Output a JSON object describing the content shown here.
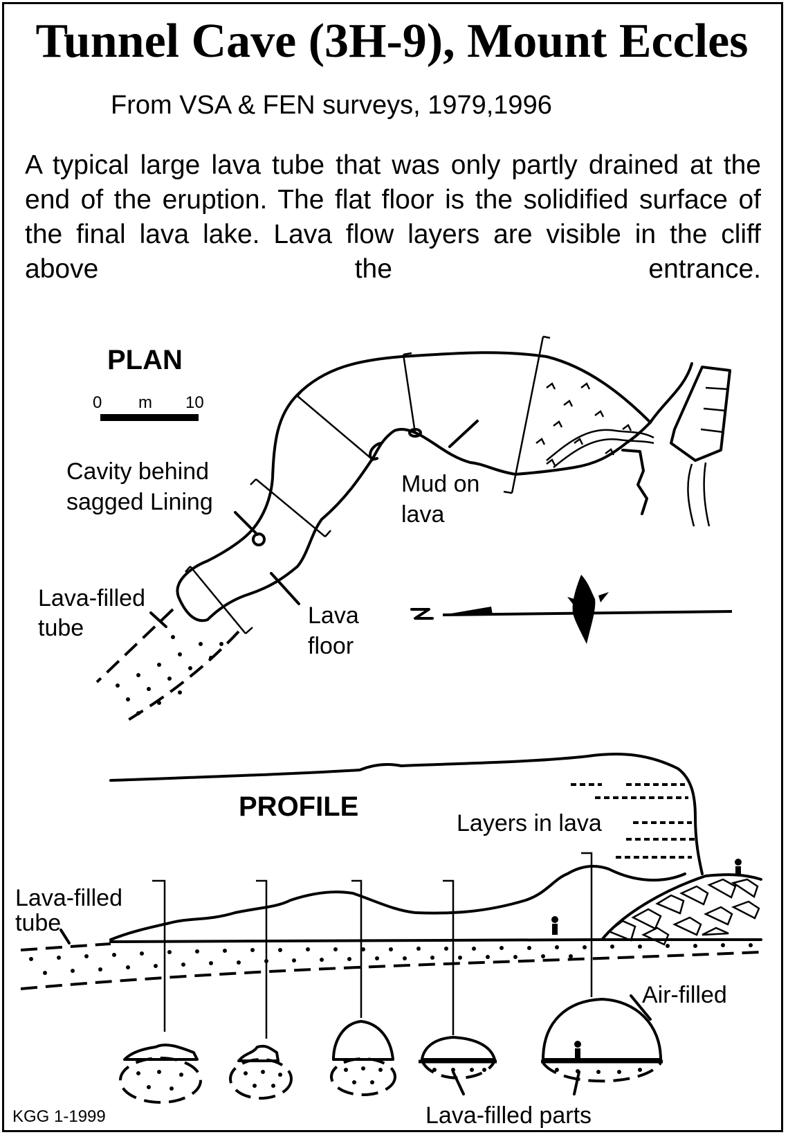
{
  "title": "Tunnel Cave (3H-9), Mount Eccles",
  "subtitle": "From VSA & FEN surveys, 1979,1996",
  "description": "A typical large lava tube that was only partly drained at the end of the eruption.  The flat floor is the solidified surface of the final lava lake.  Lava flow layers are visible in the cliff above the entrance.",
  "plan": {
    "heading": "PLAN",
    "scale": {
      "start": "0",
      "unit": "m",
      "end": "10"
    },
    "labels": {
      "cavity_line1": "Cavity behind",
      "cavity_line2": "sagged Lining",
      "lava_filled_line1": "Lava-filled",
      "lava_filled_line2": "tube",
      "lava_floor_line1": "Lava",
      "lava_floor_line2": "floor",
      "mud_line1": "Mud on",
      "mud_line2": "lava"
    },
    "north": "N"
  },
  "profile": {
    "heading": "PROFILE",
    "labels": {
      "layers": "Layers in lava",
      "lava_filled_line1": "Lava-filled",
      "lava_filled_line2": "tube",
      "air_filled": "Air-filled",
      "lava_filled_parts": "Lava-filled parts"
    }
  },
  "credit": "KGG 1-1999"
}
